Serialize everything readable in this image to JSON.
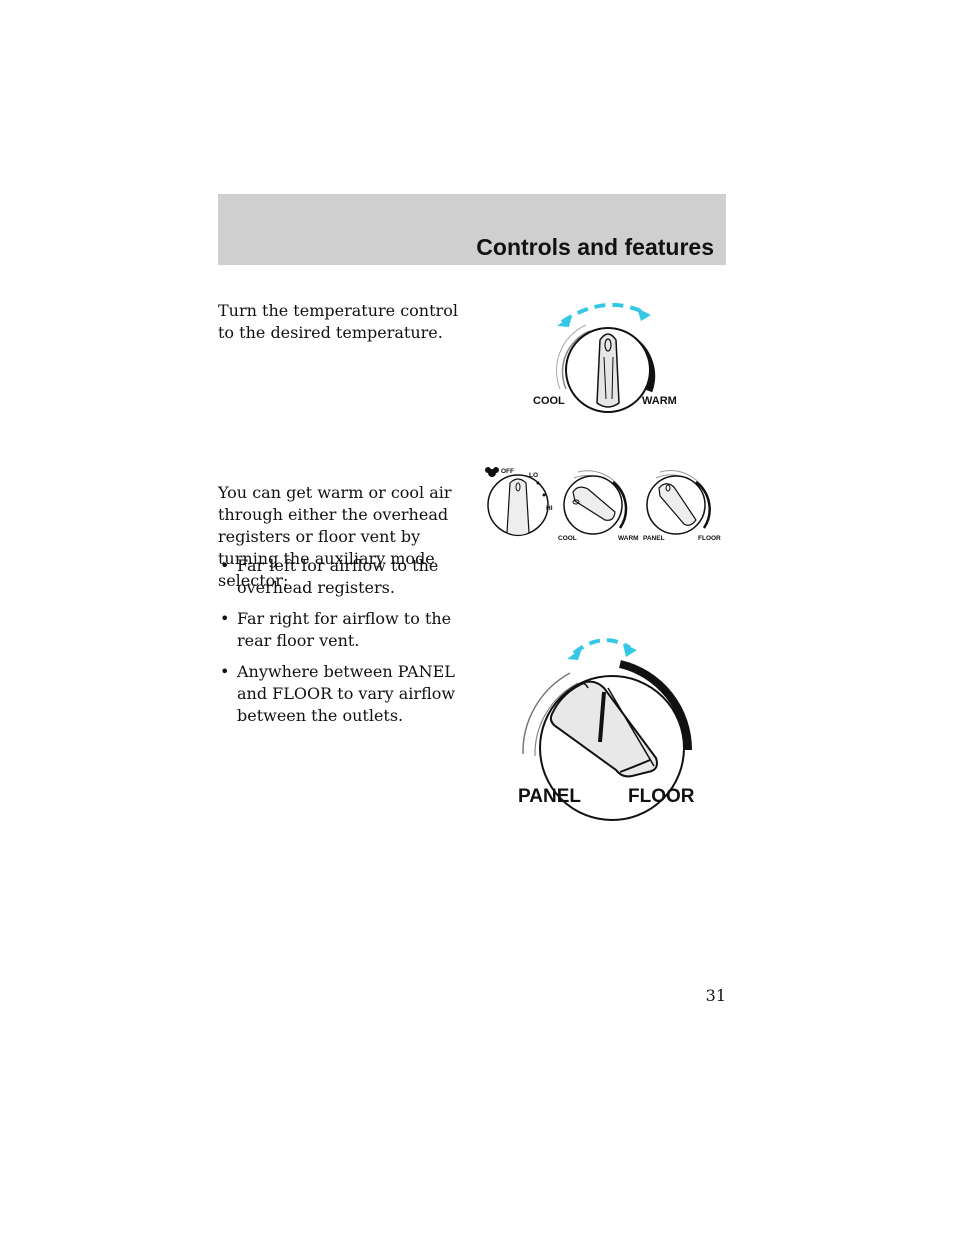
{
  "header": {
    "section_title": "Controls and features"
  },
  "text": {
    "temperature_instruction": "Turn the temperature control to the desired temperature.",
    "mode_intro": "You can get warm or cool air through either the overhead registers or floor vent by turning the auxiliary mode selector:",
    "bullets": [
      "Far left for airflow to the overhead registers.",
      "Far right for airflow to the rear floor vent.",
      "Anywhere between PANEL and FLOOR to vary airflow between the outlets."
    ]
  },
  "figures": {
    "temperature_knob": {
      "left_label": "COOL",
      "right_label": "WARM"
    },
    "control_panel": {
      "fan_labels": {
        "off": "OFF",
        "lo": "LO",
        "hi": "HI"
      },
      "temp_labels": {
        "cool": "COOL",
        "warm": "WARM"
      },
      "mode_labels": {
        "panel": "PANEL",
        "floor": "FLOOR"
      }
    },
    "mode_knob": {
      "left_label": "PANEL",
      "right_label": "FLOOR"
    }
  },
  "colors": {
    "header_band": "#cfcfcf",
    "arrow": "#35c8e6"
  },
  "page_number": "31"
}
